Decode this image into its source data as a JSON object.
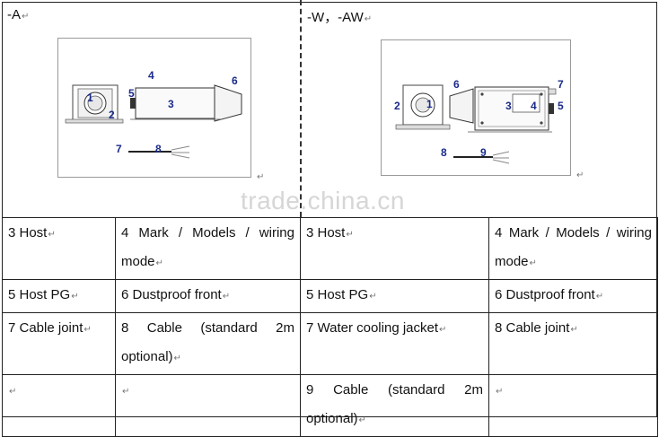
{
  "left_panel": {
    "title": "-A",
    "callouts": [
      "1",
      "2",
      "3",
      "4",
      "5",
      "6",
      "7",
      "8"
    ]
  },
  "right_panel": {
    "title": "-W，-AW",
    "callouts": [
      "1",
      "2",
      "3",
      "4",
      "5",
      "6",
      "7",
      "8",
      "9"
    ]
  },
  "watermark": "trade.china.cn",
  "return_mark": "↵",
  "table": {
    "rows": [
      [
        "3 Host",
        "4 Mark / Models / wiring mode",
        "3 Host",
        "4 Mark / Models / wiring mode"
      ],
      [
        "5 Host PG",
        "6 Dustproof front",
        "5 Host PG",
        "6 Dustproof front"
      ],
      [
        "7 Cable joint",
        "8 Cable (standard 2m optional)",
        "7 Water cooling jacket",
        "8 Cable joint"
      ],
      [
        "",
        "",
        "9 Cable (standard 2m optional)",
        ""
      ]
    ]
  }
}
